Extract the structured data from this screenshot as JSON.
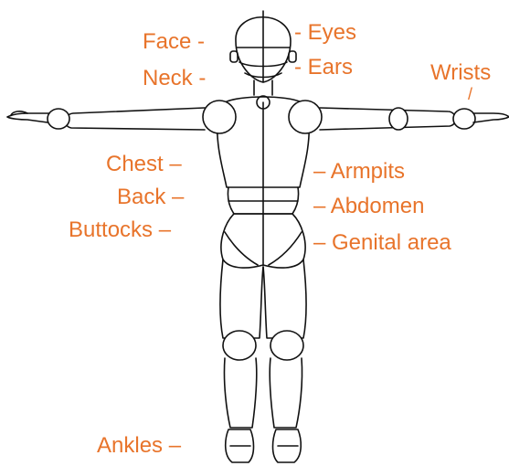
{
  "labels": {
    "face": "Face -",
    "neck": "Neck -",
    "eyes": "- Eyes",
    "ears": "- Ears",
    "wrists": "Wrists",
    "wrists_tick": "/",
    "chest": "Chest –",
    "back": "Back –",
    "buttocks": "Buttocks –",
    "armpits": "– Armpits",
    "abdomen": "– Abdomen",
    "genital": "– Genital area",
    "ankles": "Ankles –"
  },
  "colors": {
    "label": "#e8742b",
    "outline": "#111111"
  }
}
